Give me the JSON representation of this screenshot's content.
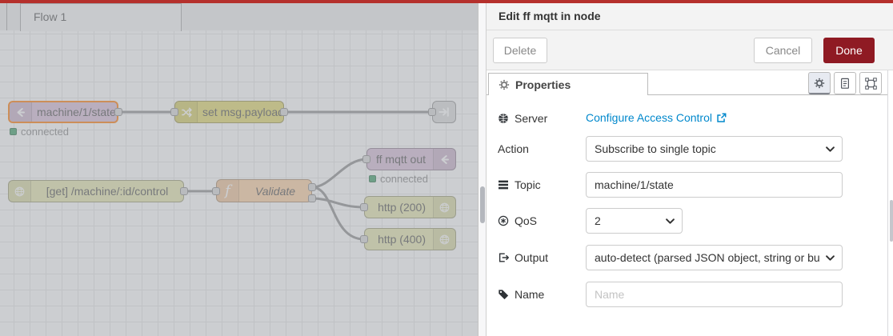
{
  "chrome": {
    "top_bar_color": "#b5302c"
  },
  "flow_editor": {
    "tab": {
      "label": "Flow 1"
    },
    "selected_node_border_color": "#ff7f0e",
    "status_green": "#43a06a",
    "nodes": {
      "mqtt_in": {
        "label": "machine/1/state",
        "status": "connected",
        "color": "#d8bfd8",
        "icon": "mqtt-icon"
      },
      "change": {
        "label": "set msg.payload",
        "color": "#e2d96e",
        "icon": "shuffle-icon"
      },
      "link_out": {
        "label": "",
        "color": "#dddddd",
        "icon": "link-out-icon"
      },
      "http_in": {
        "label": "[get] /machine/:id/control",
        "color": "#e7e7ae",
        "icon": "globe-icon"
      },
      "function": {
        "label": "Validate",
        "color": "#fdd0a2",
        "icon": "function-f-icon"
      },
      "mqtt_out": {
        "label": "ff mqtt out",
        "status": "connected",
        "color": "#d8bfd8",
        "icon": "mqtt-icon"
      },
      "http_res_200": {
        "label": "http (200)",
        "color": "#e7e7ae",
        "icon": "globe-icon"
      },
      "http_res_400": {
        "label": "http (400)",
        "color": "#e7e7ae",
        "icon": "globe-icon"
      }
    }
  },
  "panel": {
    "title": "Edit ff mqtt in node",
    "buttons": {
      "delete": "Delete",
      "cancel": "Cancel",
      "done": "Done"
    },
    "done_color": "#8f1a23",
    "link_color": "#0088cc",
    "tab": {
      "label": "Properties",
      "icon": "gear-icon"
    },
    "toolbar_icons": [
      "gear-icon",
      "document-icon",
      "appearance-icon"
    ],
    "fields": {
      "server": {
        "label": "Server",
        "icon": "globe-icon",
        "value": "Configure Access Control",
        "value_icon": "external-link-icon"
      },
      "action": {
        "label": "Action",
        "value": "Subscribe to single topic"
      },
      "topic": {
        "label": "Topic",
        "icon": "list-icon",
        "value": "machine/1/state"
      },
      "qos": {
        "label": "QoS",
        "icon": "qos-asterisk-icon",
        "value": "2"
      },
      "output": {
        "label": "Output",
        "icon": "sign-out-icon",
        "value": "auto-detect (parsed JSON object, string or buffer)"
      },
      "name": {
        "label": "Name",
        "icon": "tag-icon",
        "placeholder": "Name"
      }
    }
  }
}
